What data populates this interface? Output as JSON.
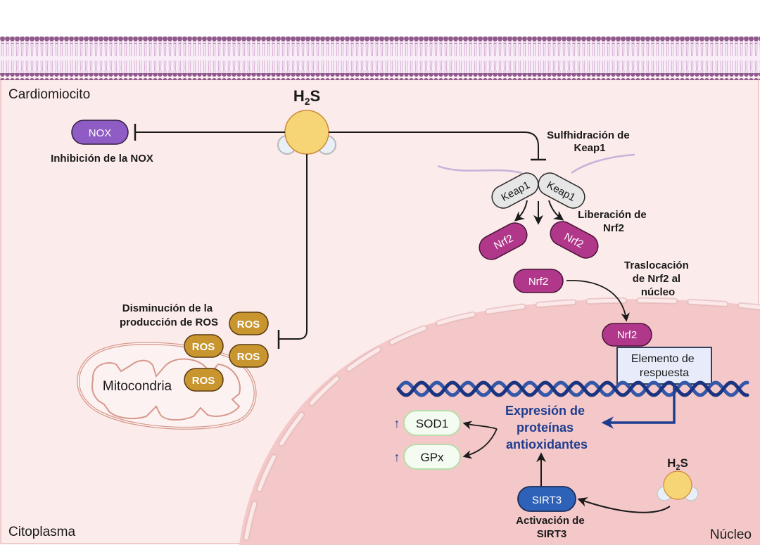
{
  "compartments": {
    "cell": "Cardiomiocito",
    "cytoplasm": "Citoplasma",
    "nucleus": "Núcleo"
  },
  "molecules": {
    "h2s_main": {
      "base": "H",
      "sub": "2",
      "tail": "S"
    },
    "h2s_nucleus": {
      "base": "H",
      "sub": "2",
      "tail": "S"
    },
    "nox": "NOX",
    "keap1_left": "Keap1",
    "keap1_right": "Keap1",
    "nrf2_left": "Nrf2",
    "nrf2_right": "Nrf2",
    "nrf2_cyto": "Nrf2",
    "nrf2_nucleus": "Nrf2",
    "ros": [
      "ROS",
      "ROS",
      "ROS",
      "ROS"
    ],
    "mitochondria": "Mitocondria",
    "sod1": "SOD1",
    "gpx": "GPx",
    "sirt3": "SIRT3",
    "up_arrow": "↑"
  },
  "labels": {
    "nox_inhibition": "Inhibición de la NOX",
    "keap1_sulfhydration": [
      "Sulfhidración de",
      "Keap1"
    ],
    "nrf2_release": [
      "Liberación de",
      "Nrf2"
    ],
    "nrf2_translocation": [
      "Traslocación",
      "de Nrf2 al",
      "núcleo"
    ],
    "ros_decrease": [
      "Disminución de la",
      "producción de ROS"
    ],
    "response_element": [
      "Elemento de",
      "respuesta"
    ],
    "antioxidant_expression": [
      "Expresión de",
      "proteínas",
      "antioxidantes"
    ],
    "sirt3_activation": [
      "Activación de",
      "SIRT3"
    ]
  },
  "colors": {
    "cytoplasm_bg": "#fcebeb",
    "nucleus_bg": "#f4c8c8",
    "membrane_head": "#8f5a8c",
    "nox": "#8e5cc4",
    "nrf2": "#b0378a",
    "ros": "#c8952e",
    "sirt3": "#2e62b8",
    "h2s": "#f5d576",
    "dna": "#1f3d8f",
    "response_box": "#e8ecfa",
    "enzyme_box": "#f4fbf1"
  }
}
